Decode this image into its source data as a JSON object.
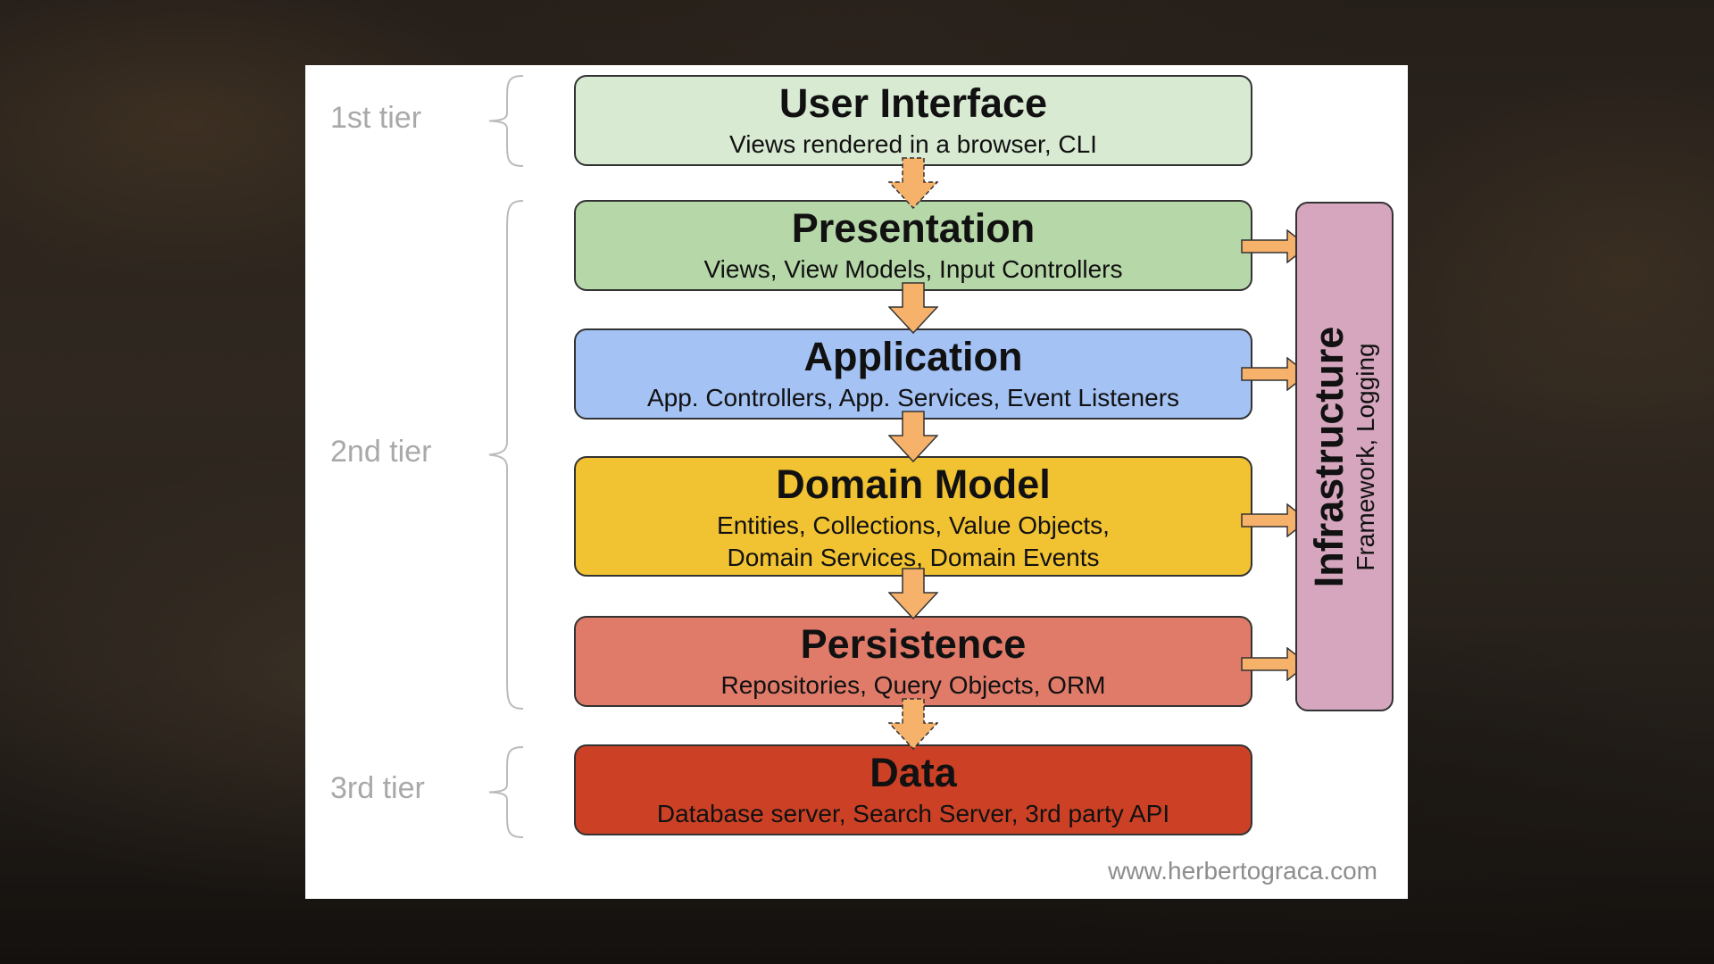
{
  "tiers": {
    "first": "1st tier",
    "second": "2nd tier",
    "third": "3rd tier"
  },
  "layers": [
    {
      "title": "User Interface",
      "subtitle": "Views rendered in a browser, CLI",
      "color": "#d9ead3"
    },
    {
      "title": "Presentation",
      "subtitle": "Views, View Models, Input Controllers",
      "color": "#b6d7a8"
    },
    {
      "title": "Application",
      "subtitle": "App. Controllers, App. Services, Event Listeners",
      "color": "#a4c2f4"
    },
    {
      "title": "Domain Model",
      "subtitle_line1": "Entities, Collections, Value Objects,",
      "subtitle_line2": "Domain Services, Domain Events",
      "color": "#f1c232"
    },
    {
      "title": "Persistence",
      "subtitle": "Repositories, Query Objects, ORM",
      "color": "#e07b6a"
    },
    {
      "title": "Data",
      "subtitle": "Database server, Search Server, 3rd party API",
      "color": "#cc4125"
    }
  ],
  "infrastructure": {
    "title": "Infrastructure",
    "subtitle": "Framework, Logging",
    "color": "#d5a6bd"
  },
  "arrow_color": "#f6b26b",
  "credit": "www.herbertograca.com"
}
